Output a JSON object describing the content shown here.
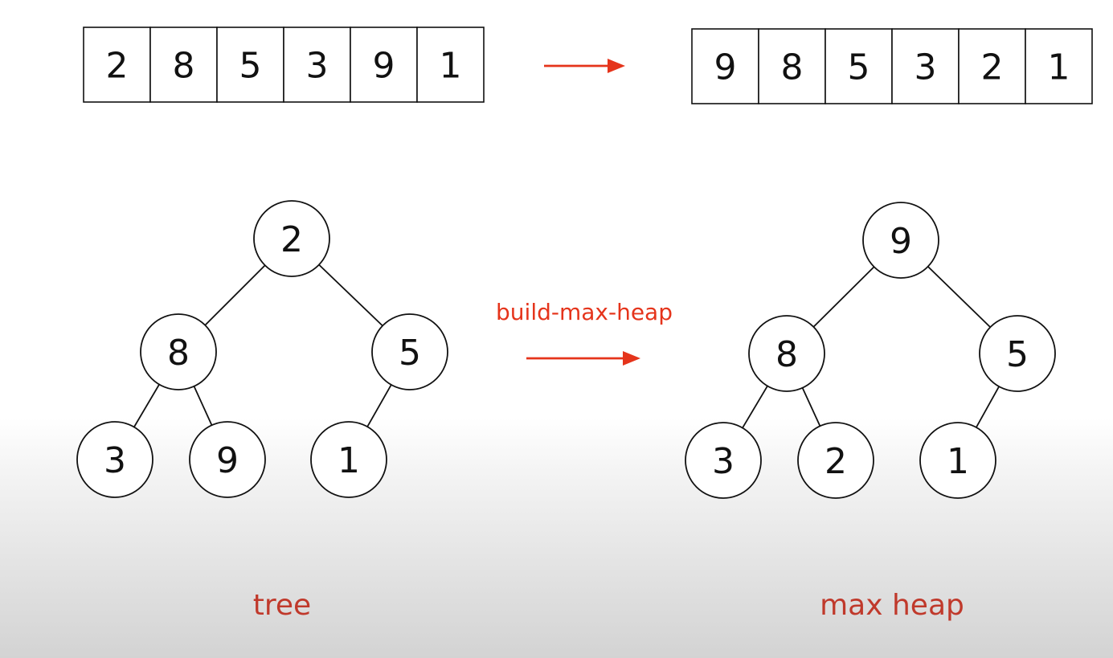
{
  "arrays": [
    {
      "id": "input-array",
      "values": [
        "2",
        "8",
        "5",
        "3",
        "9",
        "1"
      ]
    },
    {
      "id": "output-array",
      "values": [
        "9",
        "8",
        "5",
        "3",
        "2",
        "1"
      ]
    }
  ],
  "trees": [
    {
      "id": "tree",
      "caption": "tree",
      "nodes": [
        "2",
        "8",
        "5",
        "3",
        "9",
        "1"
      ]
    },
    {
      "id": "max-heap",
      "caption": "max heap",
      "nodes": [
        "9",
        "8",
        "5",
        "3",
        "2",
        "1"
      ]
    }
  ],
  "operation_label": "build-max-heap",
  "colors": {
    "accent_red": "#e5341b",
    "caption_red": "#c0392b",
    "stroke": "#111111"
  }
}
